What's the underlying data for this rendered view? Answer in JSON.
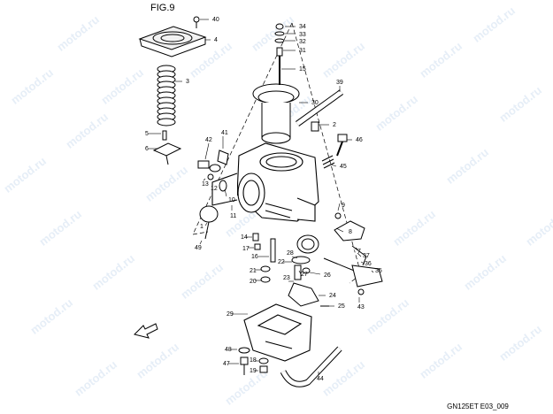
{
  "figure": {
    "title": "FIG.9",
    "code": "GN125ET E03_009"
  },
  "watermark": {
    "text": "motod.ru",
    "color": "#e6eef7"
  },
  "arrow_icon": "front-direction-arrow-icon",
  "callouts": [
    "40",
    "4",
    "3",
    "5",
    "6",
    "34",
    "33",
    "32",
    "31",
    "15",
    "39",
    "30",
    "2",
    "46",
    "45",
    "42",
    "41",
    "13",
    "12",
    "10",
    "11",
    "9",
    "8",
    "7",
    "1",
    "49",
    "14",
    "17",
    "16",
    "21",
    "20",
    "22",
    "28",
    "27",
    "26",
    "37",
    "36",
    "35",
    "23",
    "24",
    "25",
    "43",
    "29",
    "48",
    "47",
    "18",
    "19",
    "44"
  ]
}
